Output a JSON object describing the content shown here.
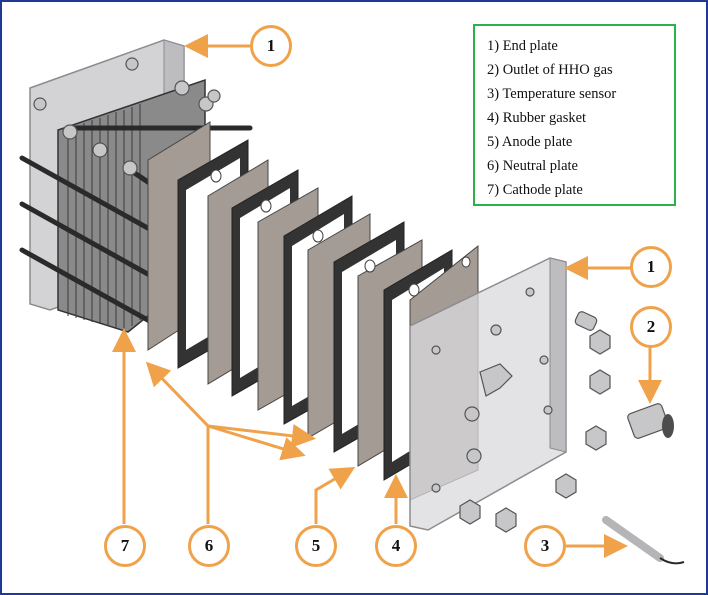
{
  "legend": {
    "items": [
      "1) End plate",
      "2) Outlet of HHO gas",
      "3) Temperature sensor",
      "4) Rubber gasket",
      "5) Anode plate",
      "6) Neutral plate",
      "7) Cathode plate"
    ]
  },
  "callouts": {
    "end_plate_back": "1",
    "end_plate_front": "1",
    "gas_outlet": "2",
    "temp_sensor": "3",
    "gasket": "4",
    "anode": "5",
    "neutral": "6",
    "cathode": "7"
  },
  "colors": {
    "frame_border": "#1f3a93",
    "legend_border": "#2bb24c",
    "callout_orange": "#f0a24b",
    "plate_gray": "#a49b95",
    "gasket_dark": "#333333"
  }
}
